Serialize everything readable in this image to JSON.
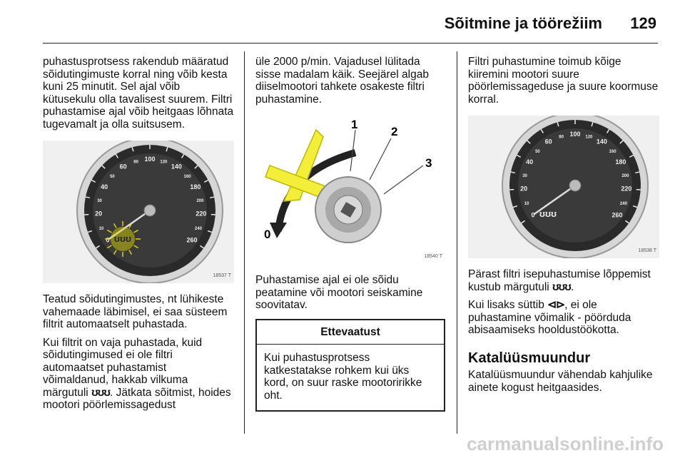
{
  "header": {
    "title": "Sõitmine ja töörežiim",
    "page_number": "129"
  },
  "col1": {
    "p1": "puhastusprotsess rakendub määratud sõidutingimuste korral ning võib kesta kuni 25 minutit. Sel ajal võib kütusekulu olla tavalisest suurem. Filtri puhastamise ajal võib heitgaas lõhnata tugevamalt ja olla suitsusem.",
    "figure_code": "18537 T",
    "p2": "Teatud sõidutingimustes, nt lühikeste vahemaade läbimisel, ei saa süsteem filtrit automaatselt puhastada.",
    "p3a": "Kui filtrit on vaja puhastada, kuid sõidutingimused ei ole filtri automaatset puhastamist võimaldanud, hakkab vilkuma märgutuli",
    "p3b": ". Jätkata sõitmist, hoides mootori pöörlemissagedust"
  },
  "col2": {
    "p1": "üle 2000 p/min. Vajadusel lülitada sisse madalam käik. Seejärel algab diiselmootori tahkete osakeste filtri puhastamine.",
    "figure_code": "18540 T",
    "labels": [
      "0",
      "1",
      "2",
      "3"
    ],
    "p2": "Puhastamise ajal ei ole sõidu peatamine või mootori seiskamine soovitatav.",
    "caution_title": "Ettevaatust",
    "caution_body": "Kui puhastusprotsess katkestatakse rohkem kui üks kord, on suur raske mootoririkke oht."
  },
  "col3": {
    "p1": "Filtri puhastumine toimub kõige kiiremini mootori suure pöörlemissageduse ja suure koormuse korral.",
    "figure_code": "18538 T",
    "p2a": "Pärast filtri isepuhastumise lõppemist kustub märgutuli",
    "p2b": ".",
    "p3a": "Kui lisaks süttib",
    "p3b": ", ei ole puhastamine võimalik - pöörduda abisaamiseks hooldustöökotta.",
    "h2": "Katalüüsmuundur",
    "p4": "Katalüüsmuundur vähendab kahjulike ainete kogust heitgaasides."
  },
  "gauge": {
    "labels": [
      "0",
      "10",
      "20",
      "30",
      "40",
      "50",
      "60",
      "80",
      "100",
      "120",
      "140",
      "160",
      "180",
      "200",
      "220",
      "240",
      "260"
    ]
  },
  "symbols": {
    "dpf": "ʊʊʊ",
    "engine": "⊲⊳"
  },
  "colors": {
    "warning": "#e6e000",
    "text": "#111111"
  },
  "watermark": "carmanualsonline.info"
}
